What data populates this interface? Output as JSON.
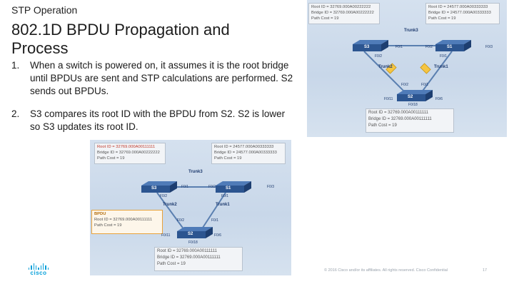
{
  "eyebrow": "STP Operation",
  "title": "802.1D BPDU Propagation and Process",
  "steps": [
    {
      "num": "1.",
      "text": "When a switch is powered on, it assumes it is the root bridge until BPDUs are sent and STP calculations are performed. S2 sends out BPDUs."
    },
    {
      "num": "2.",
      "text": "S3 compares its root ID with the BPDU from S2. S2 is lower so S3 updates its root ID."
    }
  ],
  "diagram_top": {
    "s3_info": {
      "root_id": "Root ID = 32769.000A00222222",
      "bridge_id": "Bridge ID = 32769.000A00222222",
      "path_cost": "Path Cost = 19"
    },
    "s1_info": {
      "root_id": "Root ID = 24577.000A00333333",
      "bridge_id": "Bridge ID = 24577.000A00333333",
      "path_cost": "Path Cost = 19"
    },
    "s2_info": {
      "root_id": "Root ID = 32769.000A00111111",
      "bridge_id": "Bridge ID = 32769.000A00111111",
      "path_cost": "Path Cost = 19"
    },
    "switches": {
      "s3": "S3",
      "s1": "S1",
      "s2": "S2"
    },
    "trunks": {
      "t3": "Trunk3",
      "t2": "Trunk2",
      "t1": "Trunk1"
    },
    "ports": {
      "s3_f01": "F0/1",
      "s3_f02": "F0/2",
      "s1_f02": "F0/2",
      "s1_f03": "F0/3",
      "s1_f01": "F0/1",
      "s2_f02": "F0/2",
      "s2_f01": "F0/1",
      "s2_f011": "F0/11",
      "s2_f06": "F0/6",
      "s2_f018": "F0/18"
    }
  },
  "diagram_bottom": {
    "s3_info": {
      "root_id": "Root ID = 32769.000A00111111",
      "bridge_id": "Bridge ID = 32769.000A00222222",
      "path_cost": "Path Cost = 19"
    },
    "s1_info": {
      "root_id": "Root ID = 24577.000A00333333",
      "bridge_id": "Bridge ID = 24577.000A00333333",
      "path_cost": "Path Cost = 19"
    },
    "s2_info": {
      "root_id": "Root ID = 32769.000A00111111",
      "bridge_id": "Bridge ID = 32769.000A00111111",
      "path_cost": "Path Cost = 19"
    },
    "bpdu": {
      "title": "BPDU",
      "root_id": "Root ID = 32769.000A00111111",
      "path_cost": "Path Cost = 19"
    },
    "switches": {
      "s3": "S3",
      "s1": "S1",
      "s2": "S2"
    },
    "trunks": {
      "t3": "Trunk3",
      "t2": "Trunk2",
      "t1": "Trunk1"
    },
    "ports": {
      "s3_f01": "F0/1",
      "s3_f02": "F0/2",
      "s1_f02": "F0/2",
      "s1_f03": "F0/3",
      "s1_f01": "F0/1",
      "s2_f02": "F0/2",
      "s2_f01": "F0/1",
      "s2_f011": "F0/11",
      "s2_f06": "F0/6",
      "s2_f018": "F0/18"
    }
  },
  "footer": "© 2016 Cisco and/or its affiliates. All rights reserved.   Cisco Confidential",
  "page_number": "17",
  "logo_text": "cisco",
  "colors": {
    "diagram_bg": "#cbd9ea",
    "switch": "#2c5590",
    "link": "#5a7fb0",
    "bpdu_envelope": "#f5c542",
    "accent": "#049fd9"
  }
}
